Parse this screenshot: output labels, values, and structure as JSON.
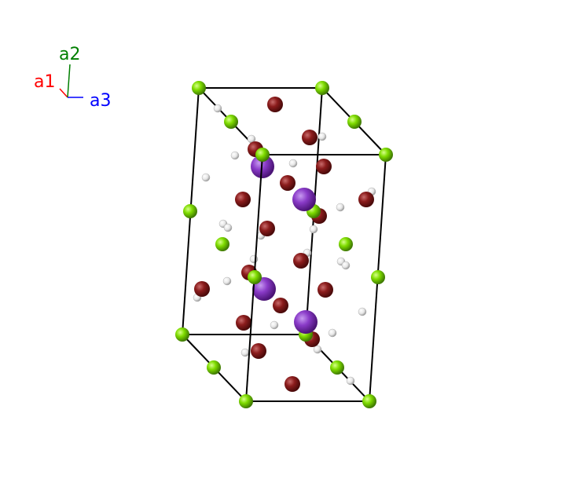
{
  "axes": {
    "a1": {
      "label": "a1",
      "color": "#ff0000"
    },
    "a2": {
      "label": "a2",
      "color": "#007f00"
    },
    "a3": {
      "label": "a3",
      "color": "#0000ff"
    }
  },
  "colors": {
    "cell_edge": "#000000",
    "green_atom": "#7fdc00",
    "red_atom": "#8b1c1c",
    "purple_atom": "#8a3bc8",
    "white_atom": "#ffffff"
  }
}
